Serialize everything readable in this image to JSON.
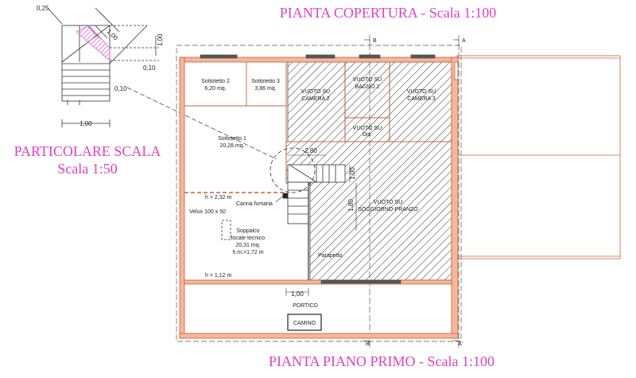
{
  "titles": {
    "top": "PIANTA COPERTURA - Scala 1:100",
    "bottom": "PIANTA PIANO PRIMO - Scala 1:100",
    "detail_line1": "PARTICOLARE SCALA",
    "detail_line2": "Scala 1:50"
  },
  "detail_dims": {
    "d025": "0,25",
    "d100_diag": "1,00",
    "d100_right": "1,00",
    "d010_a": "0,10",
    "d010_b": "0,10",
    "d100_bottom": "1,00"
  },
  "sections": {
    "b_top": "B",
    "a_top": "A",
    "b_bottom": "B'",
    "a_bottom": "A'"
  },
  "rooms": {
    "sottotetto2_name": "Sottotetto 2",
    "sottotetto2_area": "6,20 mq.",
    "sottotetto3_name": "Sottotetto 3",
    "sottotetto3_area": "3,86 mq.",
    "camera2_l1": "VUOTO SU",
    "camera2_l2": "CAMERA 2",
    "bagno2_l1": "VUOTO SU",
    "bagno2_l2": "BAGNO 2",
    "camera3_l1": "VUOTO SU",
    "camera3_l2": "CAMERA 3",
    "dis_l1": "VUOTO SU",
    "dis_l2": "Dis.",
    "sottotetto1_name": "Sottotetto 1",
    "sottotetto1_area": "20,28 mq.",
    "soggiorno_l1": "VUOTO SU",
    "soggiorno_l2": "SOGGIORNO-PRANZO",
    "soppalco_l1": "Soppalco",
    "soppalco_l2": "locale tecnico",
    "soppalco_l3": "20,31 mq.",
    "soppalco_l4": "h.m.=1,72 m",
    "portico": "PORTICO",
    "camino": "CAMINO"
  },
  "notes": {
    "h232": "h = 2,32 m",
    "h112": "h = 1,12 m",
    "canna": "Canna fumaria",
    "velux": "Velux 100 x 50",
    "parapetto": "Parapetto"
  },
  "plan_dims": {
    "d280": "2,80",
    "d100_v": "1,00",
    "d180": "1,80",
    "d100_bottom": "1,00"
  },
  "colors": {
    "wall_fill": "#f3b89a",
    "wall_stroke": "#c8603a",
    "title": "#e040c8",
    "detail_hatch": "#e860e0",
    "hatch": "#333333"
  }
}
